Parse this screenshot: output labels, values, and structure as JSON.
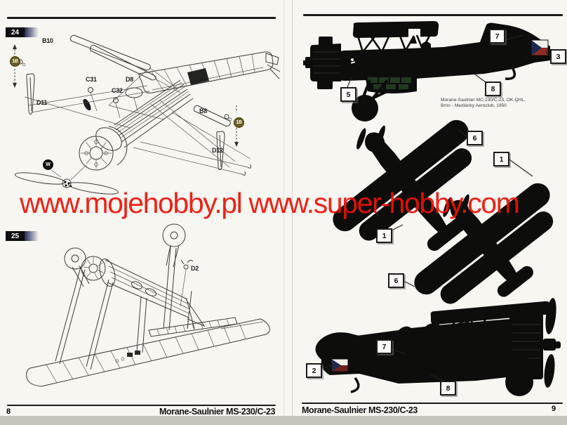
{
  "watermark": {
    "text": "www.mojehobby.pl www.super-hobby.com",
    "color": "#ee1208"
  },
  "left_page": {
    "page_number": "8",
    "footer_title": "Morane-Saulnier MS-230/C-23",
    "step24": {
      "number": "24",
      "labels": {
        "b10": "B10",
        "ib_left": "1B",
        "d11": "D11",
        "c31": "C31",
        "c32": "C32",
        "d8": "D8",
        "b8": "B8",
        "ib_right": "1B",
        "d12": "D12",
        "w": "W"
      }
    },
    "step25": {
      "number": "25",
      "labels": {
        "d2": "D2"
      }
    }
  },
  "right_page": {
    "page_number": "9",
    "footer_title": "Morane-Saulnier MS-230/C-23",
    "caption": {
      "line1": "Morane-Saulnier  MC-230/C-23, OK-QHL,",
      "line2": "Brno - Medlánky Aeroclub, 1950"
    },
    "callouts": {
      "side_top": {
        "c7": "7",
        "c3": "3",
        "c5": "5",
        "c8": "8"
      },
      "plan": {
        "c6_top": "6",
        "c1_right": "1",
        "c1_left": "1",
        "c6_bottom": "6"
      },
      "side_bottom": {
        "c7": "7",
        "c2": "2",
        "c8": "8"
      }
    },
    "colors": {
      "silhouette": "#0d0d0c",
      "flag_white": "#f2efe9",
      "flag_red": "#8f2b25",
      "flag_red_dark": "#6d201c",
      "flag_blue": "#1c2b4e",
      "louver_green": "#20391f"
    }
  }
}
